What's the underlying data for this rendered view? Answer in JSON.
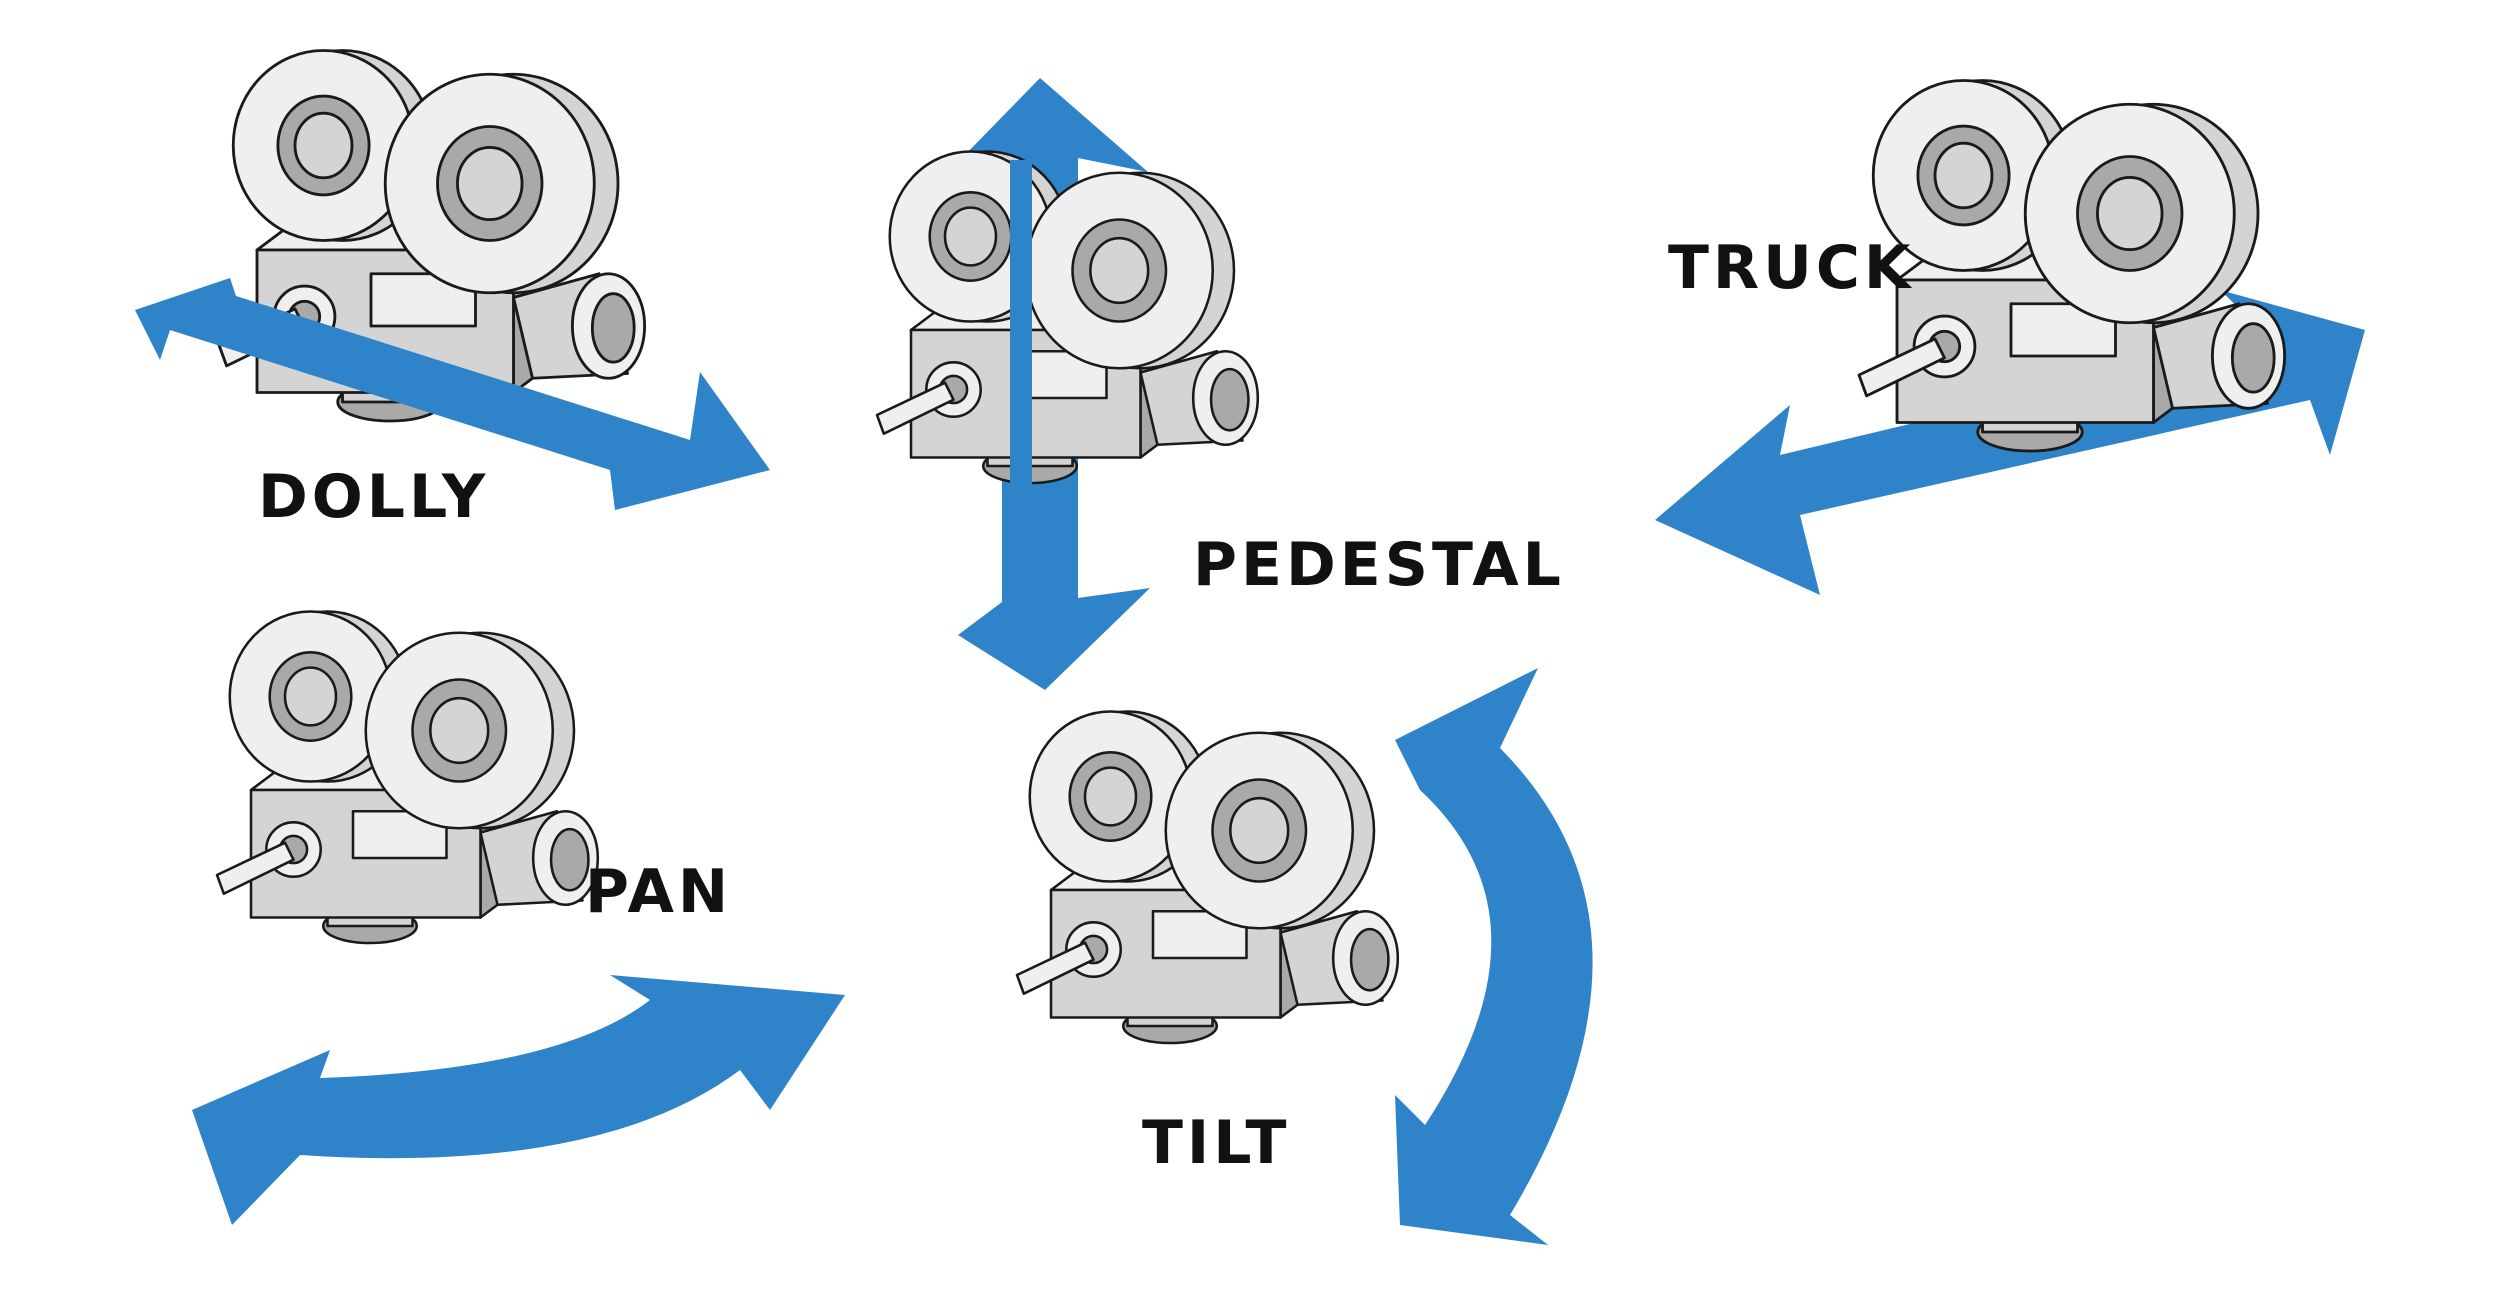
{
  "colors": {
    "arrow": "#2f84c9",
    "camera_body": "#d4d4d4",
    "camera_light": "#efefef",
    "camera_dark": "#a9a9a9",
    "outline": "#1a1a1a",
    "background": "#ffffff"
  },
  "movements": [
    {
      "id": "dolly",
      "label": "DOLLY",
      "arrow": "double-arrow-diagonal",
      "camera": "camera-3-4-view"
    },
    {
      "id": "pedestal",
      "label": "PEDESTAL",
      "arrow": "double-arrow-vertical",
      "camera": "camera-front-view"
    },
    {
      "id": "truck",
      "label": "TRUCK",
      "arrow": "double-arrow-diagonal",
      "camera": "camera-side-view"
    },
    {
      "id": "pan",
      "label": "PAN",
      "arrow": "curved-double-arrow-horizontal",
      "camera": "camera-3-4-view"
    },
    {
      "id": "tilt",
      "label": "TILT",
      "arrow": "curved-double-arrow-vertical",
      "camera": "camera-3-4-view"
    }
  ]
}
